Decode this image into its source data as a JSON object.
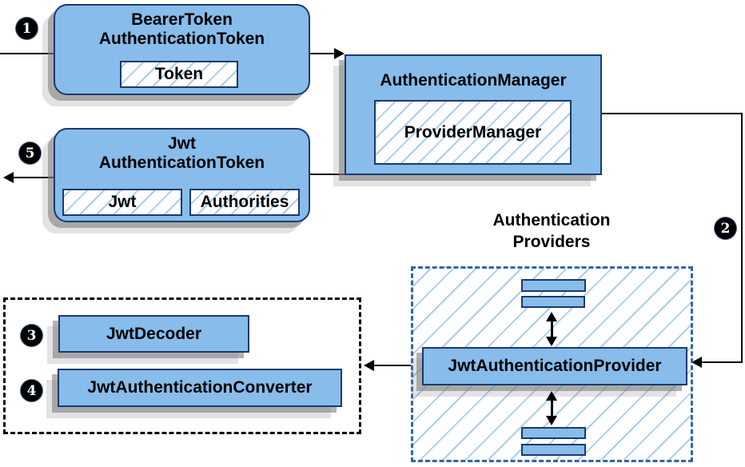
{
  "steps": {
    "s1": "1",
    "s2": "2",
    "s3": "3",
    "s4": "4",
    "s5": "5"
  },
  "boxes": {
    "bearer_token": {
      "line1": "BearerToken",
      "line2": "AuthenticationToken",
      "field_token": "Token"
    },
    "authentication_manager": {
      "title": "AuthenticationManager",
      "inner": "ProviderManager"
    },
    "jwt_authentication_token": {
      "line1": "Jwt",
      "line2": "AuthenticationToken",
      "field_jwt": "Jwt",
      "field_authorities": "Authorities"
    },
    "authentication_providers_label": {
      "line1": "Authentication",
      "line2": "Providers"
    },
    "jwt_authentication_provider": {
      "title": "JwtAuthenticationProvider"
    },
    "jwt_decoder": {
      "title": "JwtDecoder"
    },
    "jwt_authentication_converter": {
      "title": "JwtAuthenticationConverter"
    }
  },
  "colors": {
    "node_fill": "#87BCEB",
    "node_border": "#1B3A6B",
    "hatch_line": "#A9CDEE",
    "container_dash_border": "#3465A4",
    "outline_dash_border": "#000000",
    "arrow": "#000000"
  }
}
